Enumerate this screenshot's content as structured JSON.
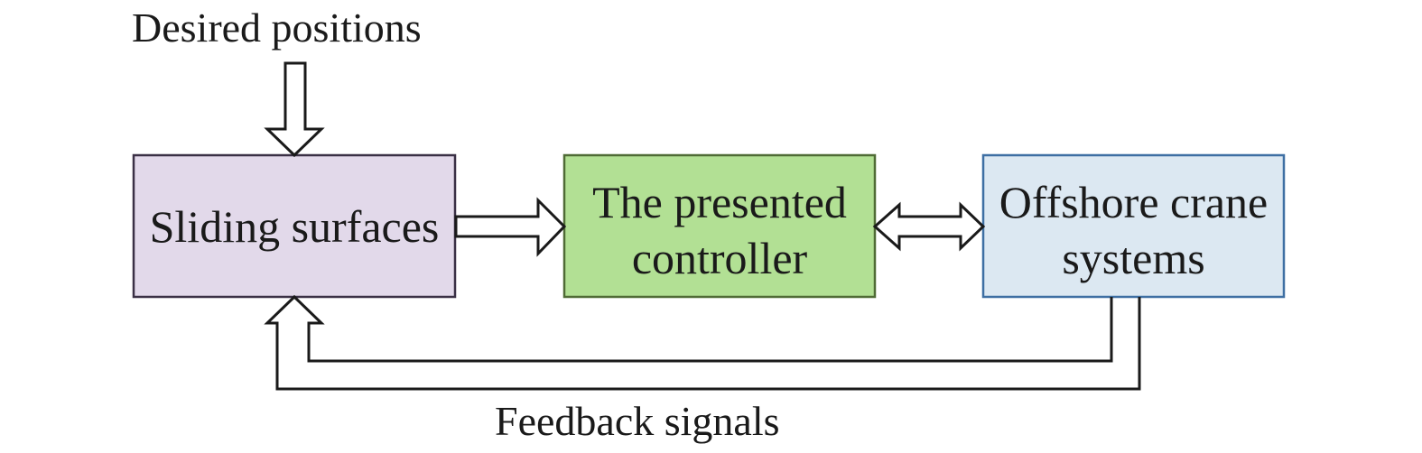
{
  "labels": {
    "input": "Desired positions",
    "feedback": "Feedback signals"
  },
  "blocks": {
    "sliding": {
      "line1": "Sliding surfaces",
      "line2": "",
      "fill": "#e2d9ea",
      "stroke": "#3a3045"
    },
    "controller": {
      "line1": "The presented",
      "line2": "controller",
      "fill": "#b2e094",
      "stroke": "#4f6b35"
    },
    "crane": {
      "line1": "Offshore crane",
      "line2": "systems",
      "fill": "#dce8f2",
      "stroke": "#3e6fa3"
    }
  },
  "arrow_color": "#1a1a1a"
}
